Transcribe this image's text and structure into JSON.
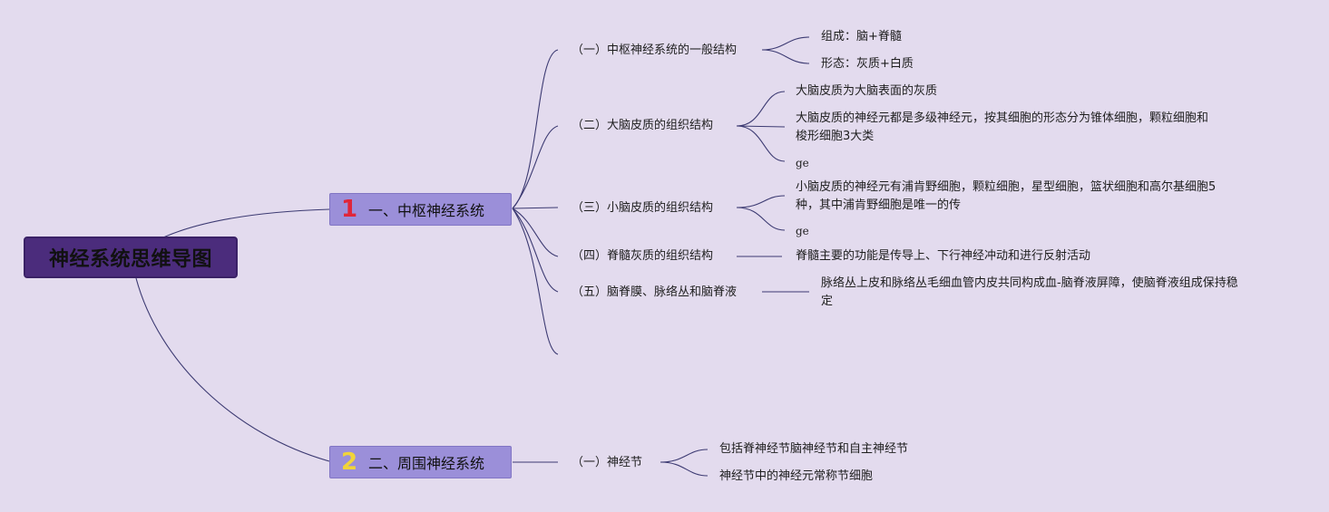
{
  "root": {
    "label": "神经系统思维导图"
  },
  "branch1": {
    "number": "1",
    "label": "一、中枢神经系统",
    "sub1": {
      "label": "（一）中枢神经系统的一般结构",
      "leaf1": "组成：脑+脊髓",
      "leaf2": "形态：灰质+白质"
    },
    "sub2": {
      "label": "（二）大脑皮质的组织结构",
      "leaf1": "大脑皮质为大脑表面的灰质",
      "leaf2_line1": "大脑皮质的神经元都是多级神经元，按其细胞的形态分为锥体细胞，颗粒细胞和",
      "leaf2_line2": "梭形细胞3大类",
      "leaf3": "ge"
    },
    "sub3": {
      "label": "（三）小脑皮质的组织结构",
      "leaf1_line1": "小脑皮质的神经元有浦肯野细胞，颗粒细胞，星型细胞，篮状细胞和高尔基细胞5",
      "leaf1_line2": "种，其中浦肯野细胞是唯一的传",
      "leaf2": "ge"
    },
    "sub4": {
      "label": "（四）脊髓灰质的组织结构",
      "leaf1": "脊髓主要的功能是传导上、下行神经冲动和进行反射活动"
    },
    "sub5": {
      "label": "（五）脑脊膜、脉络丛和脑脊液",
      "leaf1_line1": "脉络丛上皮和脉络丛毛细血管内皮共同构成血-脑脊液屏障，使脑脊液组成保持稳",
      "leaf1_line2": "定"
    }
  },
  "branch2": {
    "number": "2",
    "label": "二、周围神经系统",
    "sub1": {
      "label": "（一）神经节",
      "leaf1": "包括脊神经节脑神经节和自主神经节",
      "leaf2": "神经节中的神经元常称节细胞"
    }
  },
  "colors": {
    "background": "#e3dbee",
    "root_fill": "#4b2c7c",
    "branch_fill": "#9b8fd9",
    "line": "#3c3a72",
    "number1": "#e0263a",
    "number2": "#f1d43a"
  }
}
